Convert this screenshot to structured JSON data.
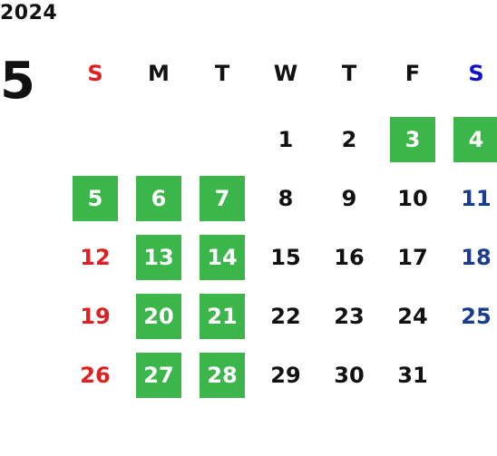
{
  "calendar": {
    "year": "2024",
    "month": "5",
    "weekdays": [
      "S",
      "M",
      "T",
      "W",
      "T",
      "F",
      "S"
    ],
    "colors": {
      "sunday_header": "#e02020",
      "saturday_header": "#1010d0",
      "sunday_day": "#e02020",
      "saturday_day": "#1a3c8e",
      "holiday_bg": "#3cb54a",
      "holiday_text": "#ffffff",
      "default_text": "#111111"
    },
    "weeks": [
      [
        {
          "d": ""
        },
        {
          "d": ""
        },
        {
          "d": ""
        },
        {
          "d": "1"
        },
        {
          "d": "2"
        },
        {
          "d": "3",
          "holiday": true
        },
        {
          "d": "4",
          "holiday": true
        }
      ],
      [
        {
          "d": "5",
          "holiday": true
        },
        {
          "d": "6",
          "holiday": true
        },
        {
          "d": "7",
          "holiday": true
        },
        {
          "d": "8"
        },
        {
          "d": "9"
        },
        {
          "d": "10"
        },
        {
          "d": "11"
        }
      ],
      [
        {
          "d": "12"
        },
        {
          "d": "13",
          "holiday": true
        },
        {
          "d": "14",
          "holiday": true
        },
        {
          "d": "15"
        },
        {
          "d": "16"
        },
        {
          "d": "17"
        },
        {
          "d": "18"
        }
      ],
      [
        {
          "d": "19"
        },
        {
          "d": "20",
          "holiday": true
        },
        {
          "d": "21",
          "holiday": true
        },
        {
          "d": "22"
        },
        {
          "d": "23"
        },
        {
          "d": "24"
        },
        {
          "d": "25"
        }
      ],
      [
        {
          "d": "26"
        },
        {
          "d": "27",
          "holiday": true
        },
        {
          "d": "28",
          "holiday": true
        },
        {
          "d": "29"
        },
        {
          "d": "30"
        },
        {
          "d": "31"
        },
        {
          "d": ""
        }
      ]
    ]
  }
}
